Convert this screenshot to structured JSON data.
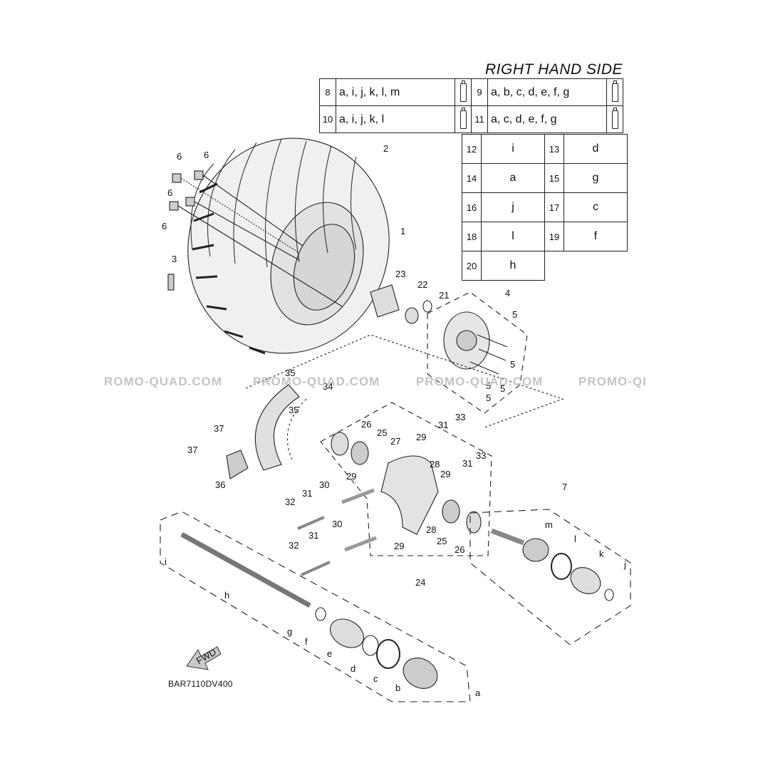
{
  "title": "RIGHT HAND SIDE",
  "diagram_code": "BAR7110DV400",
  "fwd_arrow_text": "FWD",
  "watermarks": [
    "ROMO-QUAD.COM",
    "PROMO-QUAD.COM",
    "PROMO-QUAD.COM",
    "PROMO-QI"
  ],
  "kit_table": [
    {
      "num": "8",
      "parts": "a, i, j, k, l, m",
      "icon": "grease-tube-icon"
    },
    {
      "num": "9",
      "parts": "a, b, c, d, e, f, g",
      "icon": "grease-tube-icon"
    },
    {
      "num": "10",
      "parts": "a, i, j, k, l",
      "icon": "grease-tube-icon"
    },
    {
      "num": "11",
      "parts": "a, c, d, e, f, g",
      "icon": "grease-tube-icon"
    }
  ],
  "letter_map": [
    {
      "num": "12",
      "letter": "i"
    },
    {
      "num": "13",
      "letter": "d"
    },
    {
      "num": "14",
      "letter": "a"
    },
    {
      "num": "15",
      "letter": "g"
    },
    {
      "num": "16",
      "letter": "j"
    },
    {
      "num": "17",
      "letter": "c"
    },
    {
      "num": "18",
      "letter": "l"
    },
    {
      "num": "19",
      "letter": "f"
    },
    {
      "num": "20",
      "letter": "h"
    }
  ],
  "callouts": {
    "c1": "1",
    "c2": "2",
    "c3": "3",
    "c4": "4",
    "c5a": "5",
    "c5b": "5",
    "c5c": "5",
    "c5d": "5",
    "c5e": "5",
    "c6a": "6",
    "c6b": "6",
    "c6c": "6",
    "c6d": "6",
    "c7": "7",
    "c21": "21",
    "c22": "22",
    "c23": "23",
    "c24": "24",
    "c25a": "25",
    "c25b": "25",
    "c26a": "26",
    "c26b": "26",
    "c27": "27",
    "c28a": "28",
    "c28b": "28",
    "c29a": "29",
    "c29b": "29",
    "c29c": "29",
    "c29d": "29",
    "c30a": "30",
    "c30b": "30",
    "c31a": "31",
    "c31b": "31",
    "c31c": "31",
    "c31d": "31",
    "c32a": "32",
    "c32b": "32",
    "c33a": "33",
    "c33b": "33",
    "c34": "34",
    "c35a": "35",
    "c35b": "35",
    "c36": "36",
    "c37a": "37",
    "c37b": "37",
    "la": "a",
    "lb": "b",
    "lc": "c",
    "ld": "d",
    "le": "e",
    "lf": "f",
    "lg": "g",
    "lh": "h",
    "li": "i",
    "lj": "j",
    "lk": "k",
    "ll": "l",
    "lm": "m"
  }
}
